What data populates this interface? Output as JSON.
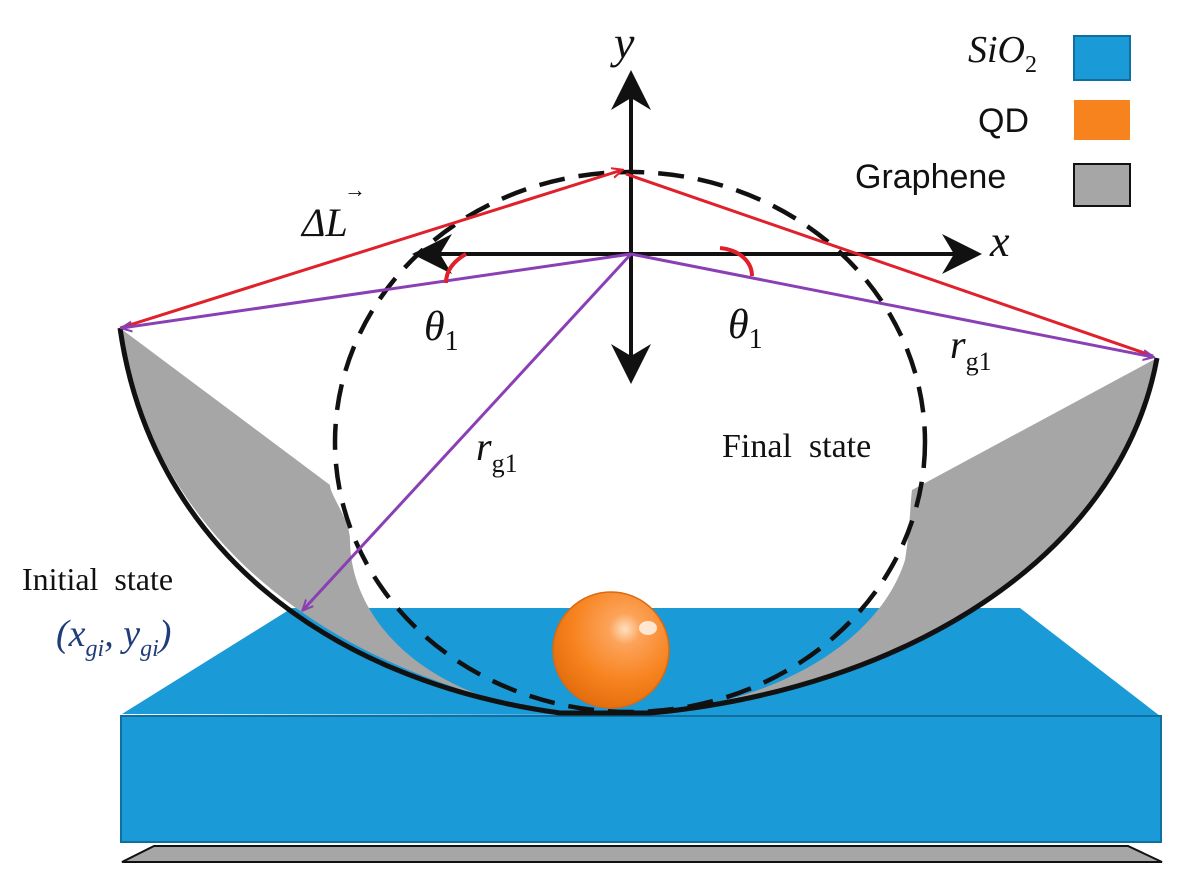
{
  "legend": {
    "items": [
      {
        "base": "SiO",
        "sub": "2",
        "color": "#1a9ad6"
      },
      {
        "label": "QD",
        "color": "#f7831f"
      },
      {
        "label": "Graphene",
        "color": "#a6a6a6"
      }
    ]
  },
  "axes": {
    "x": "x",
    "y": "y"
  },
  "labels": {
    "delta_L": "ΔL",
    "delta_L_arrow": "→",
    "theta_left": {
      "base": "θ",
      "sub": "1"
    },
    "theta_right": {
      "base": "θ",
      "sub": "1"
    },
    "r_right": {
      "base": "r",
      "sub": "g1"
    },
    "r_center": {
      "base": "r",
      "sub": "g1"
    },
    "final_state": "Final  state",
    "initial_state": "Initial  state",
    "initial_coords": {
      "open": "(x",
      "sub1": "gi",
      "mid": ", y",
      "sub2": "gi",
      "close": ")"
    }
  },
  "colors": {
    "substrate": "#1a9ad6",
    "substrate_edge": "#0f6f9e",
    "graphene": "#a6a6a6",
    "qd": "#f7831f",
    "red_vector": "#e0202a",
    "purple_vector": "#8a3fb5",
    "axis": "#111111"
  }
}
